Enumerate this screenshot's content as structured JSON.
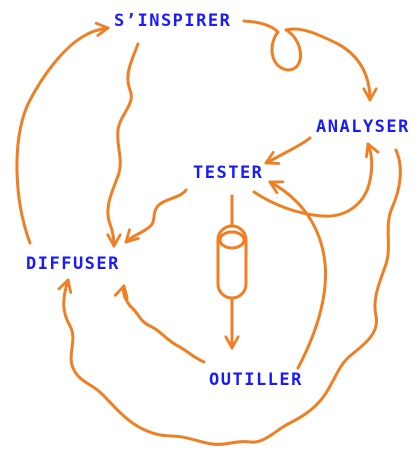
{
  "colors": {
    "text": "#1a1aff",
    "arrow": "#f07e22"
  },
  "nodes": {
    "inspirer": "S’INSPIRER",
    "analyser": "ANALYSER",
    "tester": "TESTER",
    "diffuser": "DIFFUSER",
    "outiller": "OUTILLER"
  }
}
